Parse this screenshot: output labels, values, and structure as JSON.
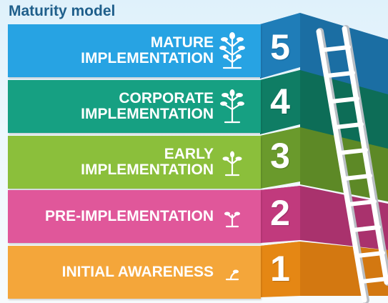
{
  "title": "Maturity model",
  "levels": [
    {
      "number": "5",
      "line1": "MATURE",
      "line2": "IMPLEMENTATION",
      "icon": "tree-icon",
      "front": "#27a3e3",
      "cube": "#1f7db8",
      "side": "#1b6ea3"
    },
    {
      "number": "4",
      "line1": "CORPORATE",
      "line2": "IMPLEMENTATION",
      "icon": "plant-icon",
      "front": "#16a082",
      "cube": "#0f7d64",
      "side": "#0d6d57"
    },
    {
      "number": "3",
      "line1": "EARLY",
      "line2": "IMPLEMENTATION",
      "icon": "seedling-icon",
      "front": "#8bbf3b",
      "cube": "#6a9a2c",
      "side": "#5d8926"
    },
    {
      "number": "2",
      "line1": "",
      "line2": "PRE-IMPLEMENTATION",
      "icon": "sprout-icon",
      "front": "#e0579a",
      "cube": "#c13a7d",
      "side": "#a9326d"
    },
    {
      "number": "1",
      "line1": "",
      "line2": "INITIAL AWARENESS",
      "icon": "seed-icon",
      "front": "#f4a63a",
      "cube": "#e58714",
      "side": "#d37811"
    }
  ]
}
